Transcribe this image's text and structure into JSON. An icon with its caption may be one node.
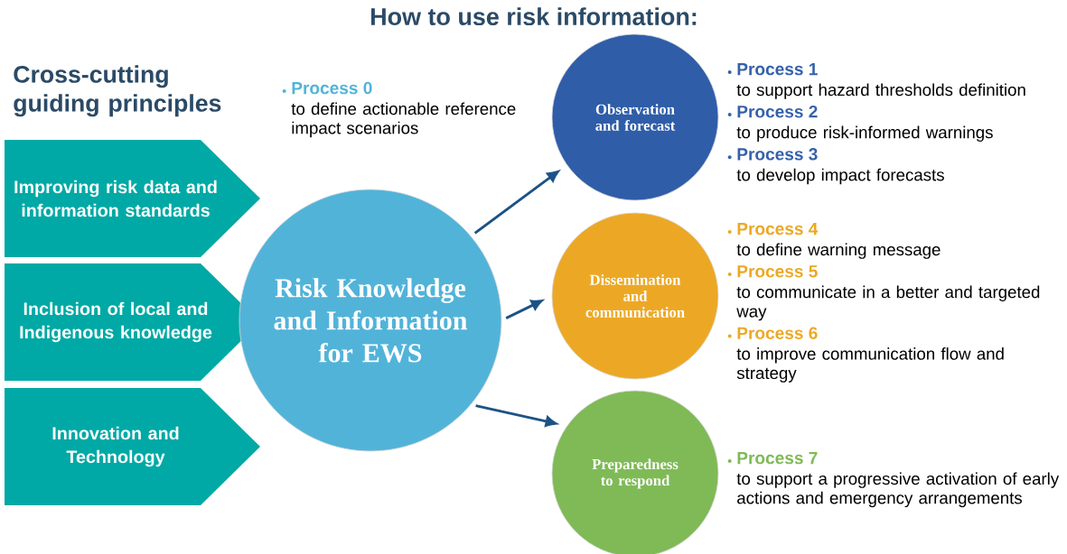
{
  "diagram": {
    "title": "How to use risk information:",
    "nodes": [
      {
        "text": [
          "Improving risk data and information standards"
        ]
      },
      {
        "text": [
          "Inclusion of local and Indigenous knowledge"
        ]
      },
      {
        "text": [
          "Innovation and Technology"
        ]
      },
      {
        "text": [
          "Risk Knowledge and Information for EWS"
        ],
        "beside": [
          "Process 0",
          "to define actionable reference impact scenarios"
        ]
      },
      {
        "text": [
          "Observation and forecast"
        ],
        "beside": [
          "Process 1",
          "to support hazard thresholds definition",
          "Process 2",
          "to produce risk-informed warnings",
          "Process 3",
          "to develop impact forecasts"
        ]
      },
      {
        "text": [
          "Dissemination and communication"
        ],
        "beside": [
          "Process 4",
          "to define warning message",
          "Process 5",
          "to communicate in a better and targeted way",
          "Process 6",
          "to improve communication flow and strategy"
        ]
      },
      {
        "text": [
          "Preparedness to respond"
        ],
        "beside": [
          "Process 7",
          "to support a progressive activation of early actions and emergency arrangements"
        ]
      }
    ],
    "edges": [
      {
        "from": 3,
        "to": 4,
        "arrow": "to"
      },
      {
        "from": 3,
        "to": 5,
        "arrow": "to"
      },
      {
        "from": 3,
        "to": 6,
        "arrow": "to"
      }
    ],
    "labels": [
      "Cross-cutting guiding principles"
    ]
  }
}
